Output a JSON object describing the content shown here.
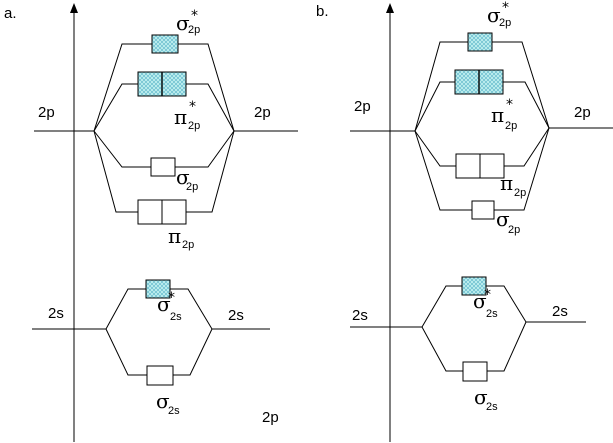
{
  "panels": [
    {
      "label": "a.",
      "left_level": "2p",
      "right_level": "2p",
      "left_s_level": "2s",
      "right_s_level": "2s",
      "stray_label": "2p",
      "orbitals": [
        {
          "symbol": "σ",
          "sub": "2p",
          "star": "*"
        },
        {
          "symbol": "π",
          "sub": "2p",
          "star": "*"
        },
        {
          "symbol": "σ",
          "sub": "2p",
          "star": ""
        },
        {
          "symbol": "π",
          "sub": "2p",
          "star": ""
        },
        {
          "symbol": "σ",
          "sub": "2s",
          "star": "*"
        },
        {
          "symbol": "σ",
          "sub": "2s",
          "star": ""
        }
      ]
    },
    {
      "label": "b.",
      "left_level": "2p",
      "right_level": "2p",
      "left_s_level": "2s",
      "right_s_level": "2s",
      "orbitals": [
        {
          "symbol": "σ",
          "sub": "2p",
          "star": "*"
        },
        {
          "symbol": "π",
          "sub": "2p",
          "star": "*"
        },
        {
          "symbol": "π",
          "sub": "2p",
          "star": ""
        },
        {
          "symbol": "σ",
          "sub": "2p",
          "star": ""
        },
        {
          "symbol": "σ",
          "sub": "2s",
          "star": "*"
        },
        {
          "symbol": "σ",
          "sub": "2s",
          "star": ""
        }
      ]
    }
  ],
  "colors": {
    "antibonding_fill": "#bfeff0",
    "hatch_line": "#5ab4c8"
  }
}
